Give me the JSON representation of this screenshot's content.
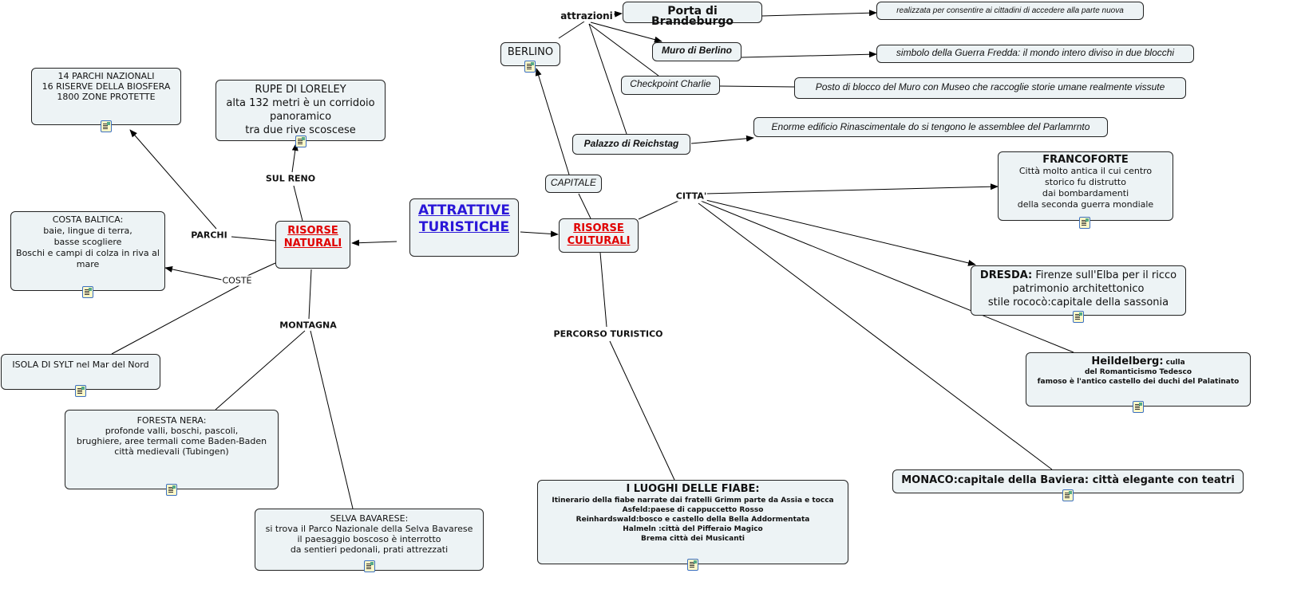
{
  "root": {
    "title": "ATTRATTIVE\nTURISTICHE"
  },
  "naturali": {
    "title": "RISORSE \nNATURALI",
    "links": {
      "sul_reno": "SUL RENO",
      "parchi": "PARCHI",
      "coste": "COSTE",
      "montagna": "MONTAGNA"
    },
    "parchi": "14 PARCHI NAZIONALI\n16 RISERVE DELLA BIOSFERA\n1800 ZONE PROTETTE",
    "loreley": "RUPE DI LORELEY\nalta 132 metri è un corridoio panoramico\ntra due rive scoscese",
    "costa": "COSTA BALTICA:\nbaie, lingue di terra,\nbasse scogliere\nBoschi e campi di colza in riva al mare",
    "sylt": "ISOLA DI SYLT nel Mar del Nord",
    "foresta": "FORESTA NERA:\nprofonde valli, boschi, pascoli,\nbrughiere, aree termali come Baden-Baden\ncittà medievali (Tubingen)",
    "selva": "SELVA BAVARESE:\nsi trova il Parco Nazionale della Selva Bavarese\nil paesaggio boscoso è interrotto\nda sentieri pedonali, prati attrezzati"
  },
  "culturali": {
    "title": "RISORSE\nCULTURALI",
    "links": {
      "capitale": "CAPITALE",
      "citta": "CITTA'",
      "percorso": "PERCORSO TURISTICO",
      "attrazioni": "attrazioni"
    },
    "berlino": "BERLINO",
    "porta": "Porta di Brandeburgo",
    "porta_desc": "realizzata per consentire ai cittadini di accedere alla parte nuova",
    "muro": "Muro di Berlino",
    "muro_desc": "simbolo della Guerra Fredda: il mondo intero diviso in due blocchi",
    "checkpoint": "Checkpoint Charlie",
    "checkpoint_desc": "Posto di blocco del Muro con Museo che raccoglie storie umane realmente vissute",
    "palazzo": "Palazzo di Reichstag",
    "palazzo_desc": "Enorme edificio Rinascimentale do si tengono le assemblee del Parlamrnto",
    "francoforte_title": "FRANCOFORTE",
    "francoforte": "Città molto antica il cui centro\nstorico fu distrutto\ndai bombardamenti\ndella seconda guerra mondiale",
    "dresda_title": "DRESDA:",
    "dresda": " Firenze sull'Elba per il ricco\npatrimonio architettonico\nstile rococò:capitale della sassonia",
    "heidelberg_title": "Heildelberg:",
    "heidelberg": " culla\ndel Romanticismo Tedesco\nfamoso è l'antico castello dei duchi del Palatinato",
    "monaco": "MONACO:capitale della Baviera: città elegante con teatri",
    "fiabe_title": "I LUOGHI DELLE FIABE:",
    "fiabe": "Itinerario della fiabe narrate dai fratelli Grimm parte da Assia e tocca\nAsfeld:paese di cappuccetto Rosso\nReinhardswald:bosco e castello della Bella Addormentata\nHalmeln :città del Pifferaio Magico\nBrema città dei Musicanti"
  }
}
